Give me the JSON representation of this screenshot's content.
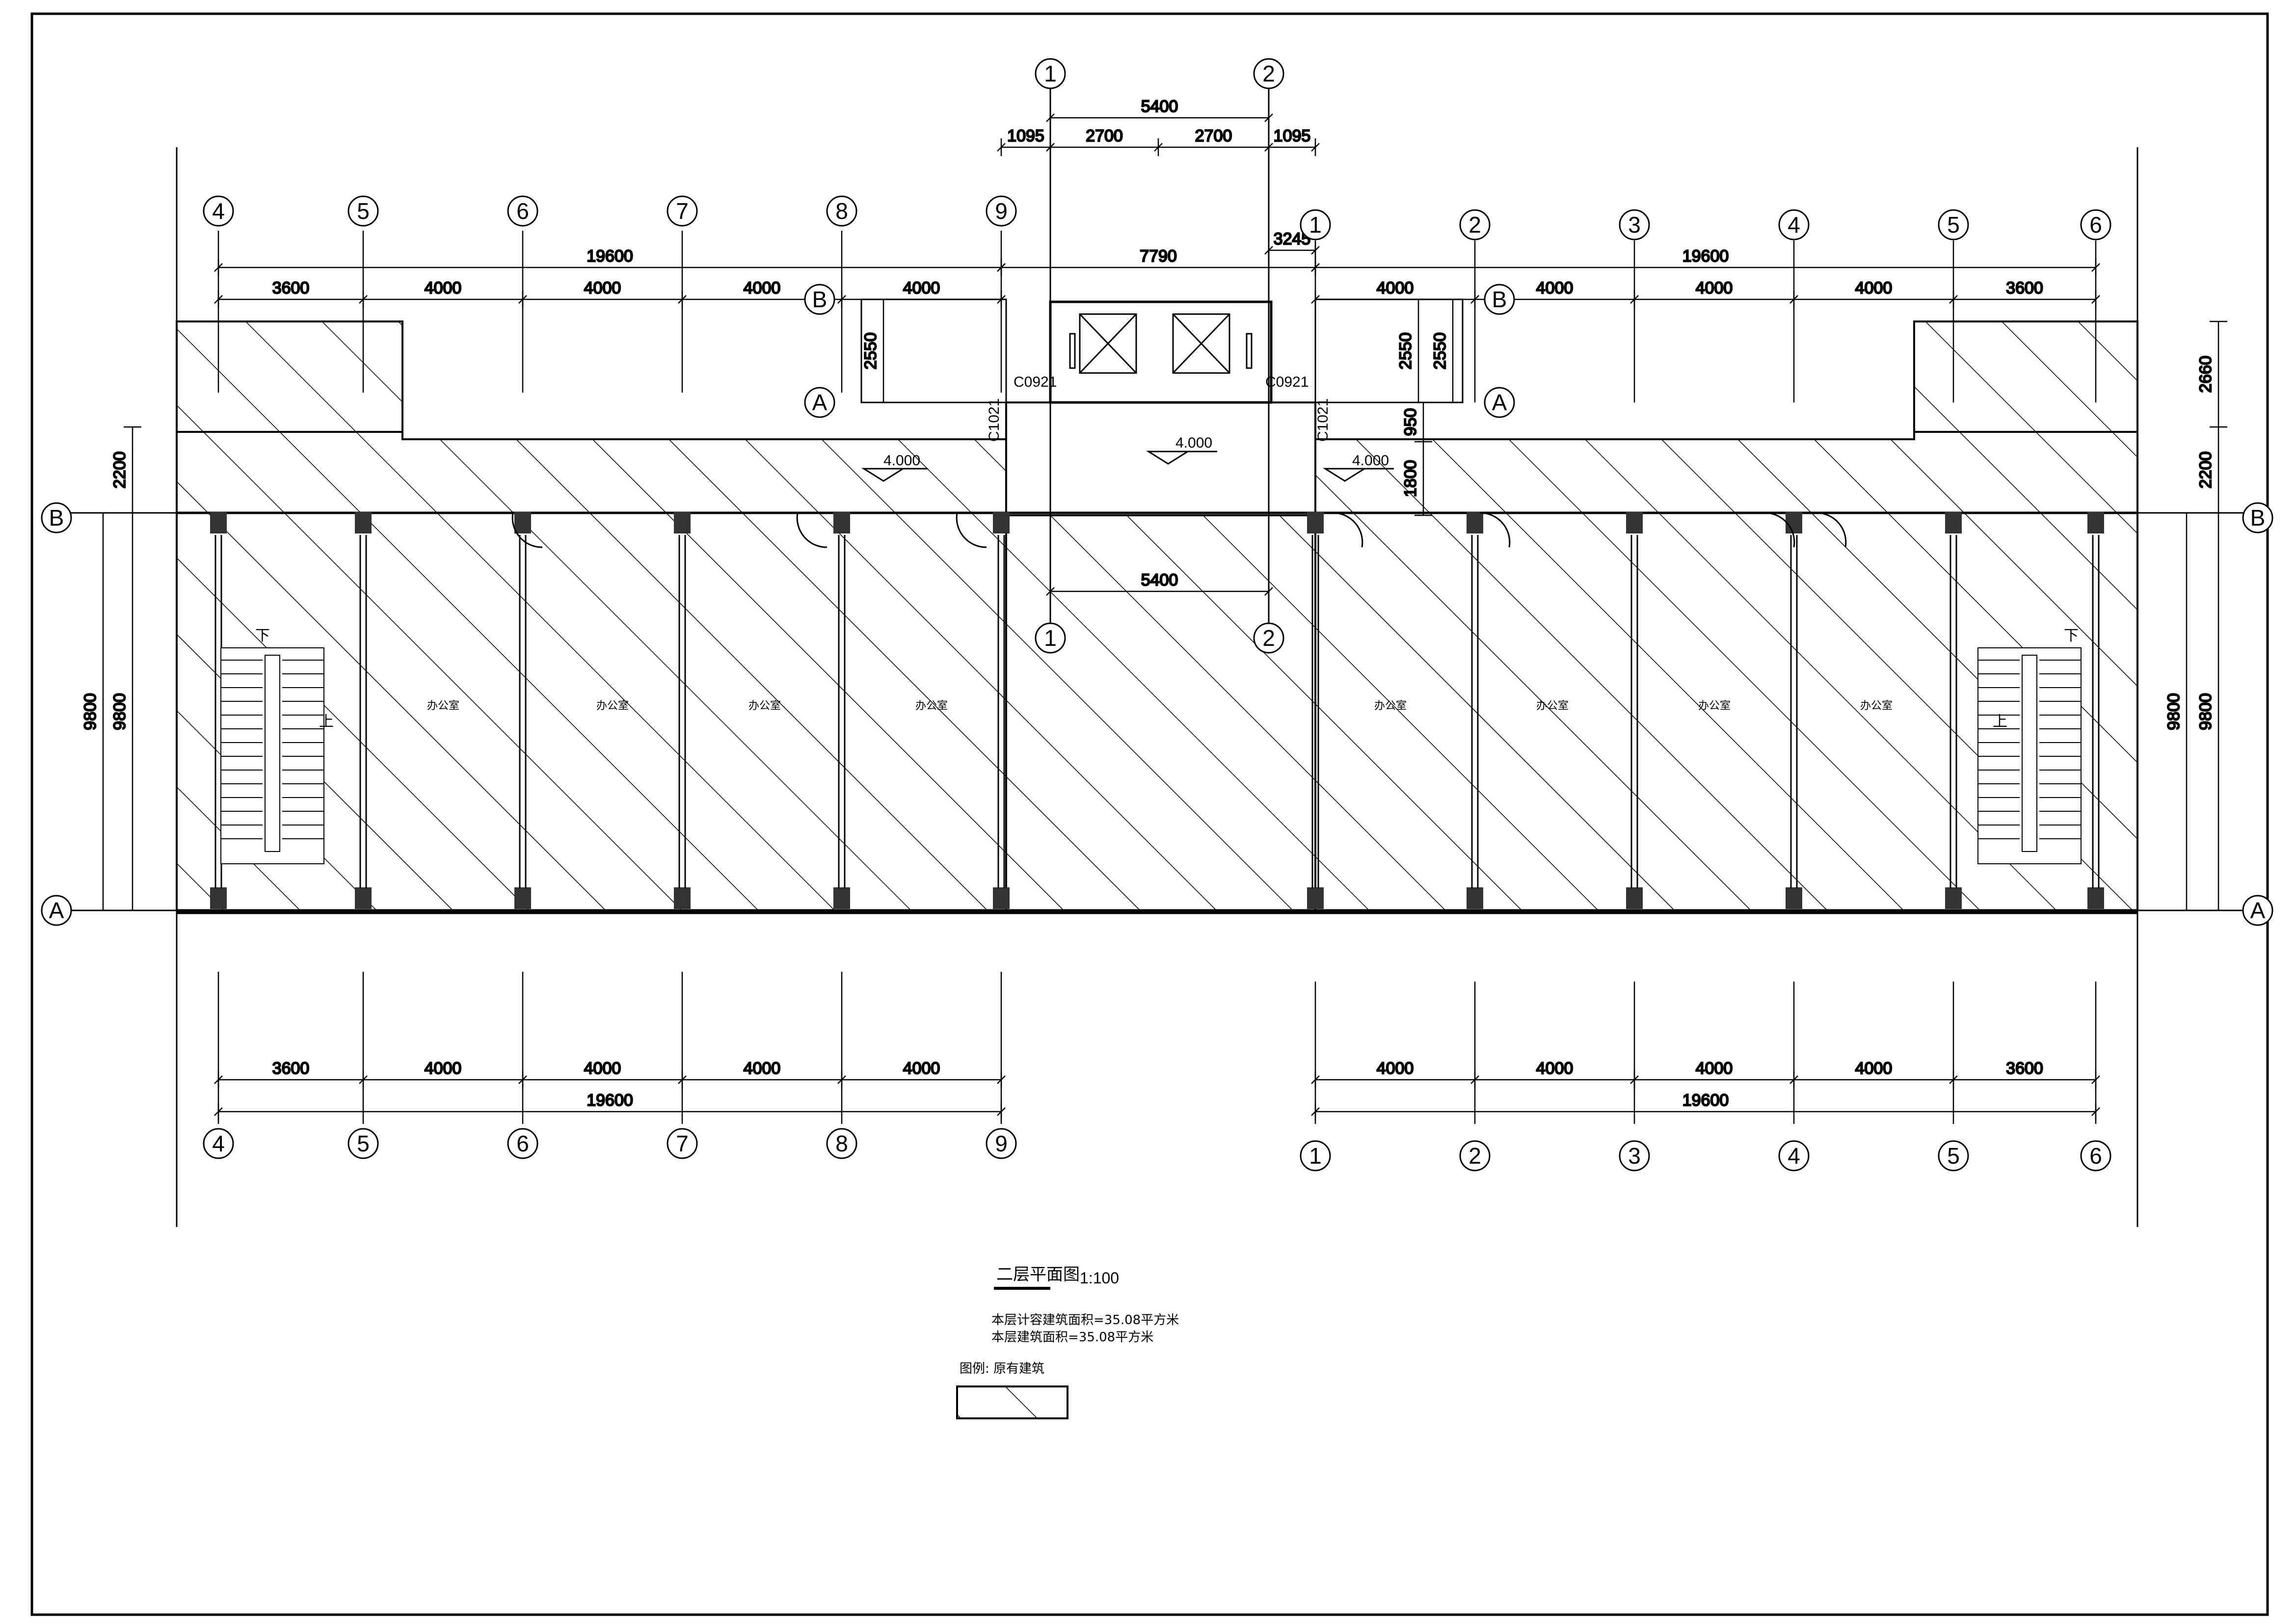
{
  "drawing": {
    "title": "二层平面图",
    "scale": "1:100",
    "area_note_1": "本层计容建筑面积=35.08平方米",
    "area_note_2": "本层建筑面积=35.08平方米",
    "legend_label": "图例: 原有建筑"
  },
  "axes": {
    "left_numbers": [
      "4",
      "5",
      "6",
      "7",
      "8",
      "9"
    ],
    "right_numbers": [
      "1",
      "2",
      "3",
      "4",
      "5",
      "6"
    ],
    "core_numbers": [
      "1",
      "2"
    ],
    "letters": {
      "a": "A",
      "b": "B"
    }
  },
  "dimensions": {
    "top_left_bays": [
      "3600",
      "4000",
      "4000",
      "4000",
      "4000"
    ],
    "top_right_bays": [
      "4000",
      "4000",
      "4000",
      "4000",
      "3600"
    ],
    "bottom_left_bays": [
      "3600",
      "4000",
      "4000",
      "4000",
      "4000"
    ],
    "bottom_right_bays": [
      "4000",
      "4000",
      "4000",
      "4000",
      "3600"
    ],
    "total_left": "19600",
    "total_right": "19600",
    "core_total": "7790",
    "core_span_top": "5400",
    "core_span_lower": "5400",
    "core_parts": [
      "1095",
      "2700",
      "2700",
      "1095"
    ],
    "offset_3245": "3245",
    "depth": "9800",
    "corridor": "2200",
    "north_depth": "2550",
    "right_2660": "2660",
    "lobby_950": "950",
    "lobby_1800": "1800"
  },
  "levels": {
    "left": "4.000",
    "core": "4.000",
    "right": "4.000"
  },
  "windows": {
    "w_left": "C0921",
    "w_right": "C0921",
    "d_left": "C1021",
    "d_right": "C1021"
  },
  "rooms": {
    "office_label": "办公室"
  },
  "stairs": {
    "up": "上",
    "down": "下"
  }
}
